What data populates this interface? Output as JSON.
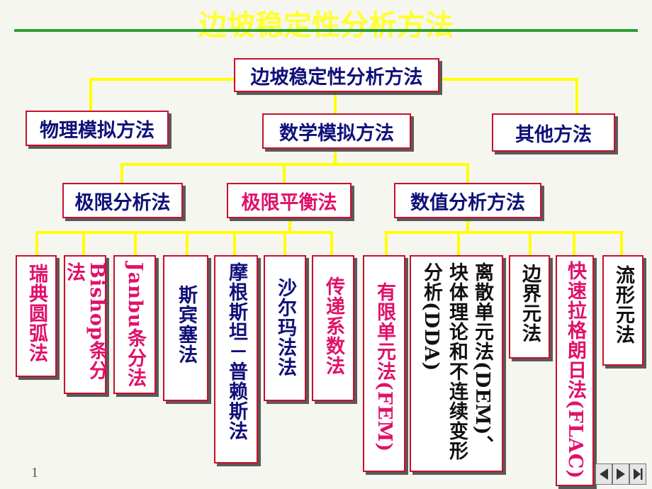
{
  "slide": {
    "title": "边坡稳定性分析方法",
    "page_number": "1"
  },
  "tree": {
    "root": "边坡稳定性分析方法",
    "level1": {
      "physical": "物理模拟方法",
      "math": "数学模拟方法",
      "other": "其他方法"
    },
    "level2": {
      "limit_analysis": "极限分析法",
      "limit_equilibrium": "极限平衡法",
      "numerical": "数值分析方法"
    },
    "equilibrium_methods": [
      "瑞典圆弧法",
      "Bishop条分法",
      "Janbu条分法",
      "斯宾塞法",
      "摩根斯坦－普赖斯法",
      "沙尔玛法法",
      "传递系数法"
    ],
    "numerical_methods": [
      "有限单元法(FEM)",
      "离散单元法(DEM)、块体理论和不连续变形分析(DDA)",
      "边界元法",
      "快速拉格朗日法(FLAC)",
      "流形元法"
    ]
  },
  "colors": {
    "connector": "#ffff00",
    "box_border": "#c8102e",
    "text_blue": "#10107a",
    "text_magenta": "#e0116a",
    "text_black": "#111111",
    "title_rule": "#2e9f2e"
  },
  "nav": {
    "icons": [
      "prev-arrow-icon",
      "play-icon",
      "next-arrow-icon"
    ]
  }
}
